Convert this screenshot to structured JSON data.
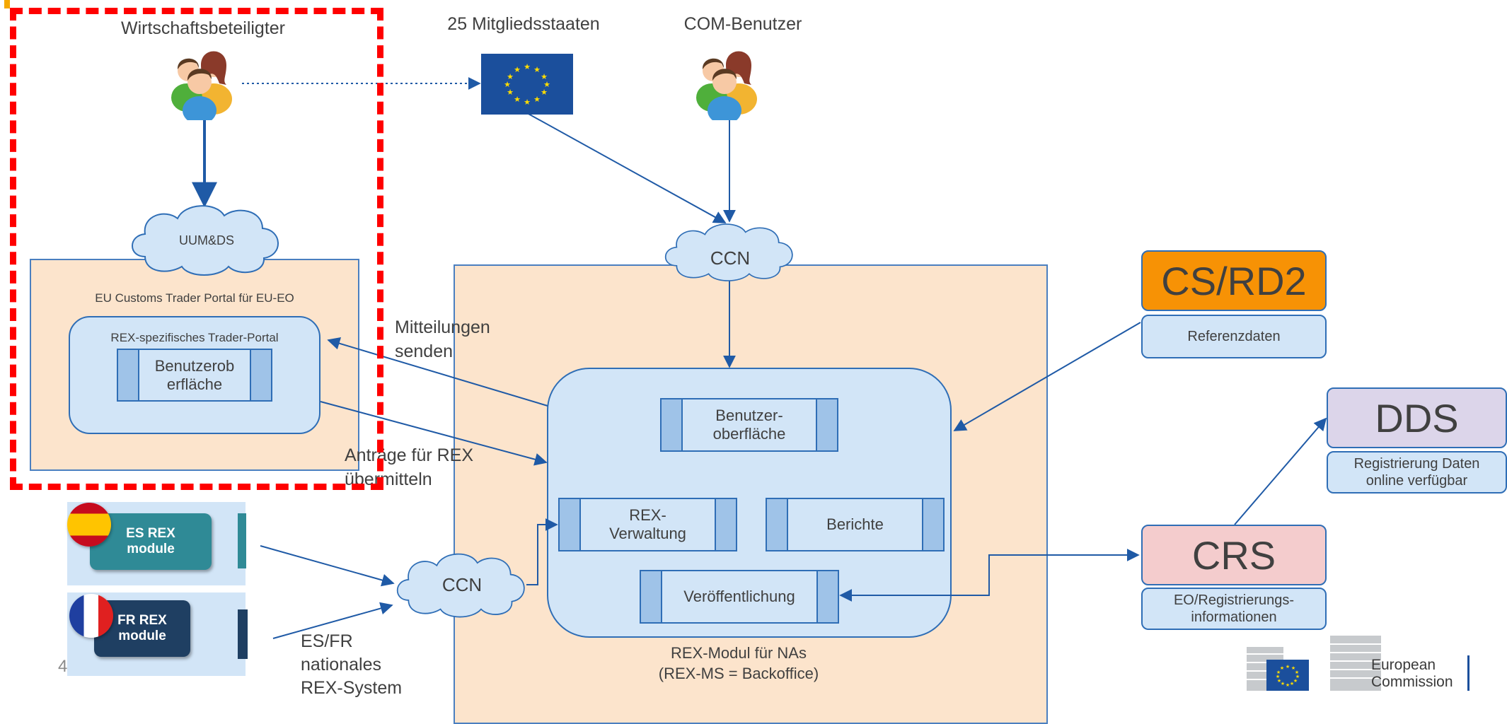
{
  "actors": {
    "trader": "Wirtschaftsbeteiligter",
    "member_states": "25 Mitgliedsstaaten",
    "com_users": "COM-Benutzer"
  },
  "clouds": {
    "uum": "UUM&DS",
    "ccn_top": "CCN",
    "ccn_bottom": "CCN"
  },
  "trader_portal": {
    "title": "EU Customs Trader Portal für EU-EO",
    "inner_title": "REX-spezifisches Trader-Portal",
    "ui_module": "Benutzerob erfläche"
  },
  "flows": {
    "send_notifications": "Mitteilungen senden",
    "submit_requests": "Anträge für REX übermitteln"
  },
  "national": {
    "es_module": "ES REX module",
    "fr_module": "FR REX module",
    "label": "ES/FR nationales REX-System",
    "page_number": "4"
  },
  "rex_ms": {
    "ui": "Benutzer- oberfläche",
    "admin": "REX- Verwaltung",
    "reports": "Berichte",
    "publication": "Veröffentlichung",
    "caption_line1": "REX-Modul für NAs",
    "caption_line2": "(REX-MS = Backoffice)"
  },
  "systems": {
    "csrd2": {
      "name": "CS/RD2",
      "sub": "Referenzdaten",
      "color": "#f79205"
    },
    "dds": {
      "name": "DDS",
      "sub": "Registrierung Daten online verfügbar",
      "color": "#dcd5ea"
    },
    "crs": {
      "name": "CRS",
      "sub": "EO/Registrierungs- informationen",
      "color": "#f4cccd"
    }
  },
  "logo": {
    "line1": "European",
    "line2": "Commission"
  },
  "colors": {
    "region_fill": "#fce4cc",
    "pane_fill": "#d2e5f7",
    "module_fill": "#9fc3e8",
    "line": "#2f6eb6",
    "highlight": "#ff0000"
  }
}
